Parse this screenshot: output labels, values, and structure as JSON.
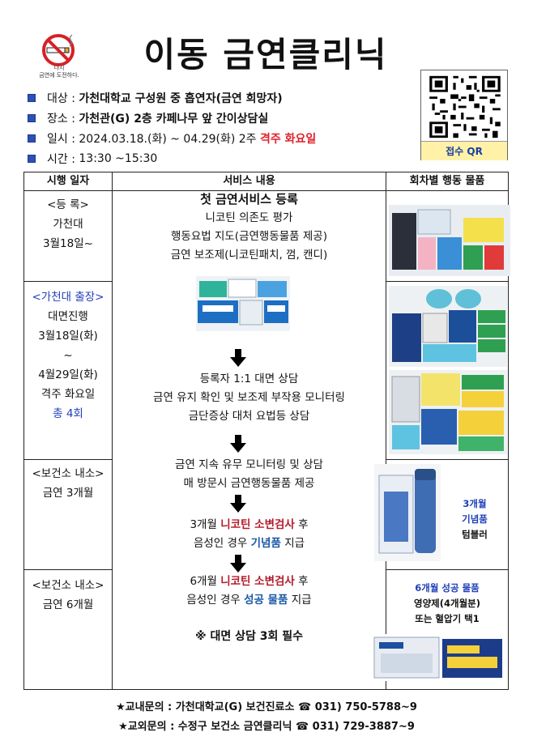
{
  "header": {
    "title": "이동 금연클리닉",
    "logo_caption_line1": "다시",
    "logo_caption_line2": "금연에 도전하다."
  },
  "info": {
    "target_label": "대상 : ",
    "target_value": "가천대학교 구성원 중 흡연자(금연 희망자)",
    "place_label": "장소 : ",
    "place_value": "가천관(G) 2층 카페나무 앞 간이상담실",
    "date_label": "일시 : ",
    "date_value": "2024.03.18.(화) ~ 04.29(화) 2주 ",
    "date_highlight": "격주 화요일",
    "time_label": "시간 : ",
    "time_value": "13:30 ~15:30"
  },
  "qr": {
    "label": "접수 QR"
  },
  "table": {
    "headers": [
      "시행 일자",
      "서비스 내용",
      "회차별 행동 물품"
    ],
    "rows": [
      {
        "lines": [
          "<등 록>",
          "가천대",
          "3월18일~"
        ]
      },
      {
        "lines_top": "<가천대 출장>",
        "lines": [
          "대면진행",
          "3월18일(화)",
          "~",
          "4월29일(화)",
          "격주 화요일"
        ],
        "count": "총 4회"
      },
      {
        "lines": [
          "<보건소 내소>",
          "금연 3개월"
        ]
      },
      {
        "lines": [
          "<보건소 내소>",
          "금연 6개월"
        ]
      }
    ]
  },
  "service": {
    "registration_title": "첫 금연서비스 등록",
    "registration_items": [
      "니코틴 의존도 평가",
      "행동요법 지도(금연행동물품 제공)",
      "금연 보조제(니코틴패치, 껌, 캔디)"
    ],
    "counsel_items": [
      "등록자 1:1 대면 상담",
      "금연 유지 확인 및 보조제 부작용 모니터링",
      "금단증상 대처 요법등 상담"
    ],
    "monitor_items": [
      "금연 지속 유무 모니터링 및 상담",
      "매 방문시 금연행동물품 제공"
    ],
    "month3_prefix": "3개월 ",
    "month3_test": "니코틴 소변검사",
    "month3_suffix": " 후",
    "month3_result_prefix": "음성인 경우 ",
    "month3_reward": "기념품",
    "month3_result_suffix": " 지급",
    "month6_prefix": "6개월 ",
    "month6_test": "니코틴 소변검사",
    "month6_suffix": " 후",
    "month6_result_prefix": "음성인 경우 ",
    "month6_reward": "성공 물품",
    "month6_result_suffix": " 지급",
    "notice": "※ 대면 상담 3회 필수"
  },
  "gifts": {
    "month3_line1": "3개월",
    "month3_line2": "기념품",
    "month3_line3": "텀블러",
    "month6_title": "6개월 성공 물품",
    "month6_line1": "영양제(4개월분)",
    "month6_line2": "또는 혈압기 택1"
  },
  "footer": {
    "internal": "★교내문의 : 가천대학교(G) 보건진료소 ☎ 031) 750-5788~9",
    "external": "★교외문의 : 수정구 보건소 금연클리닉 ☎ 031) 729-3887~9"
  },
  "colors": {
    "accent_blue": "#1f3fb8",
    "alert_red": "#e0202a",
    "test_maroon": "#b31c2c",
    "qr_label_bg": "#fff2a8"
  }
}
